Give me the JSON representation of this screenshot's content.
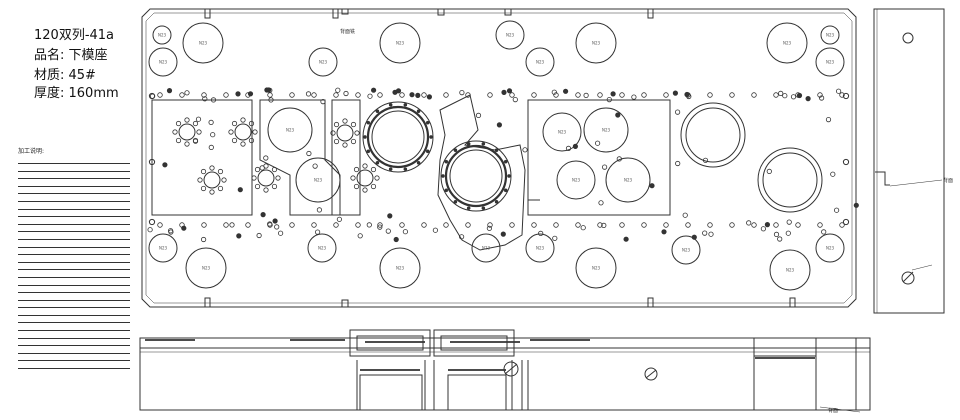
{
  "spec": {
    "model": "120双列-41a",
    "part_name": "品名: 下模座",
    "material": "材质: 45#",
    "thickness": "厚度: 160mm"
  },
  "notes": {
    "title": "加工说明:",
    "line_count": 28
  },
  "labels": {
    "back_label_top": "背面铣",
    "back_label_side": "背面",
    "back_label_bottom": "背面"
  },
  "small_circle_label": "N23"
}
